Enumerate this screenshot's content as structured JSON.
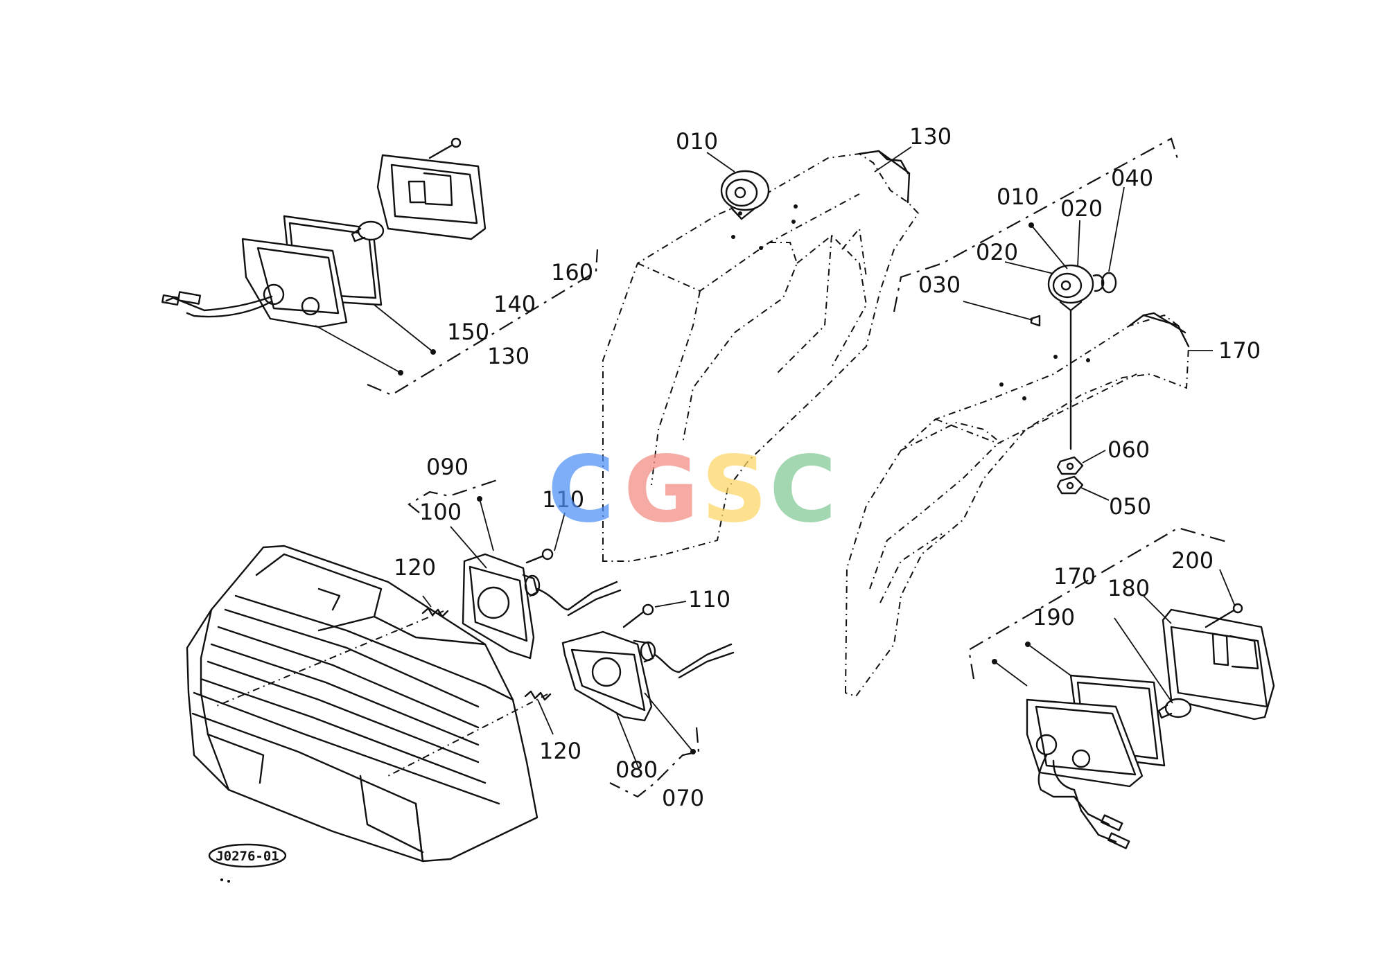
{
  "diagram": {
    "reference_code": "J0276-01",
    "watermark": {
      "letters": [
        {
          "char": "C",
          "color": "#4f8ff7"
        },
        {
          "char": "G",
          "color": "#f28b82"
        },
        {
          "char": "S",
          "color": "#fdd663"
        },
        {
          "char": "C",
          "color": "#81c995"
        }
      ]
    },
    "callouts": {
      "c010a": "010",
      "c130a": "130",
      "c160": "160",
      "c140": "140",
      "c150": "150",
      "c130b": "130",
      "c010b": "010",
      "c020a": "020",
      "c040": "040",
      "c020b": "020",
      "c030": "030",
      "c170a": "170",
      "c060": "060",
      "c050": "050",
      "c090": "090",
      "c100": "100",
      "c110a": "110",
      "c120a": "120",
      "c110b": "110",
      "c120b": "120",
      "c080": "080",
      "c070": "070",
      "c170b": "170",
      "c180": "180",
      "c200": "200",
      "c190": "190"
    }
  }
}
